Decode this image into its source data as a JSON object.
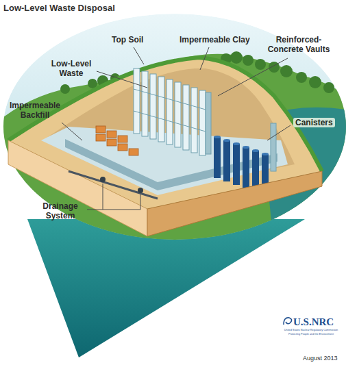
{
  "diagram": {
    "title": "Low-Level Waste Disposal",
    "labels": [
      "Top Soil",
      "Low-Level Waste",
      "Impermeable Clay",
      "Reinforced-Concrete Vaults",
      "Impermeable Backfill",
      "Canisters",
      "Drainage System",
      "U.S.NRC",
      "United States Nuclear Regulatory Commission",
      "Protecting People and the Environment",
      "August 2013"
    ]
  }
}
